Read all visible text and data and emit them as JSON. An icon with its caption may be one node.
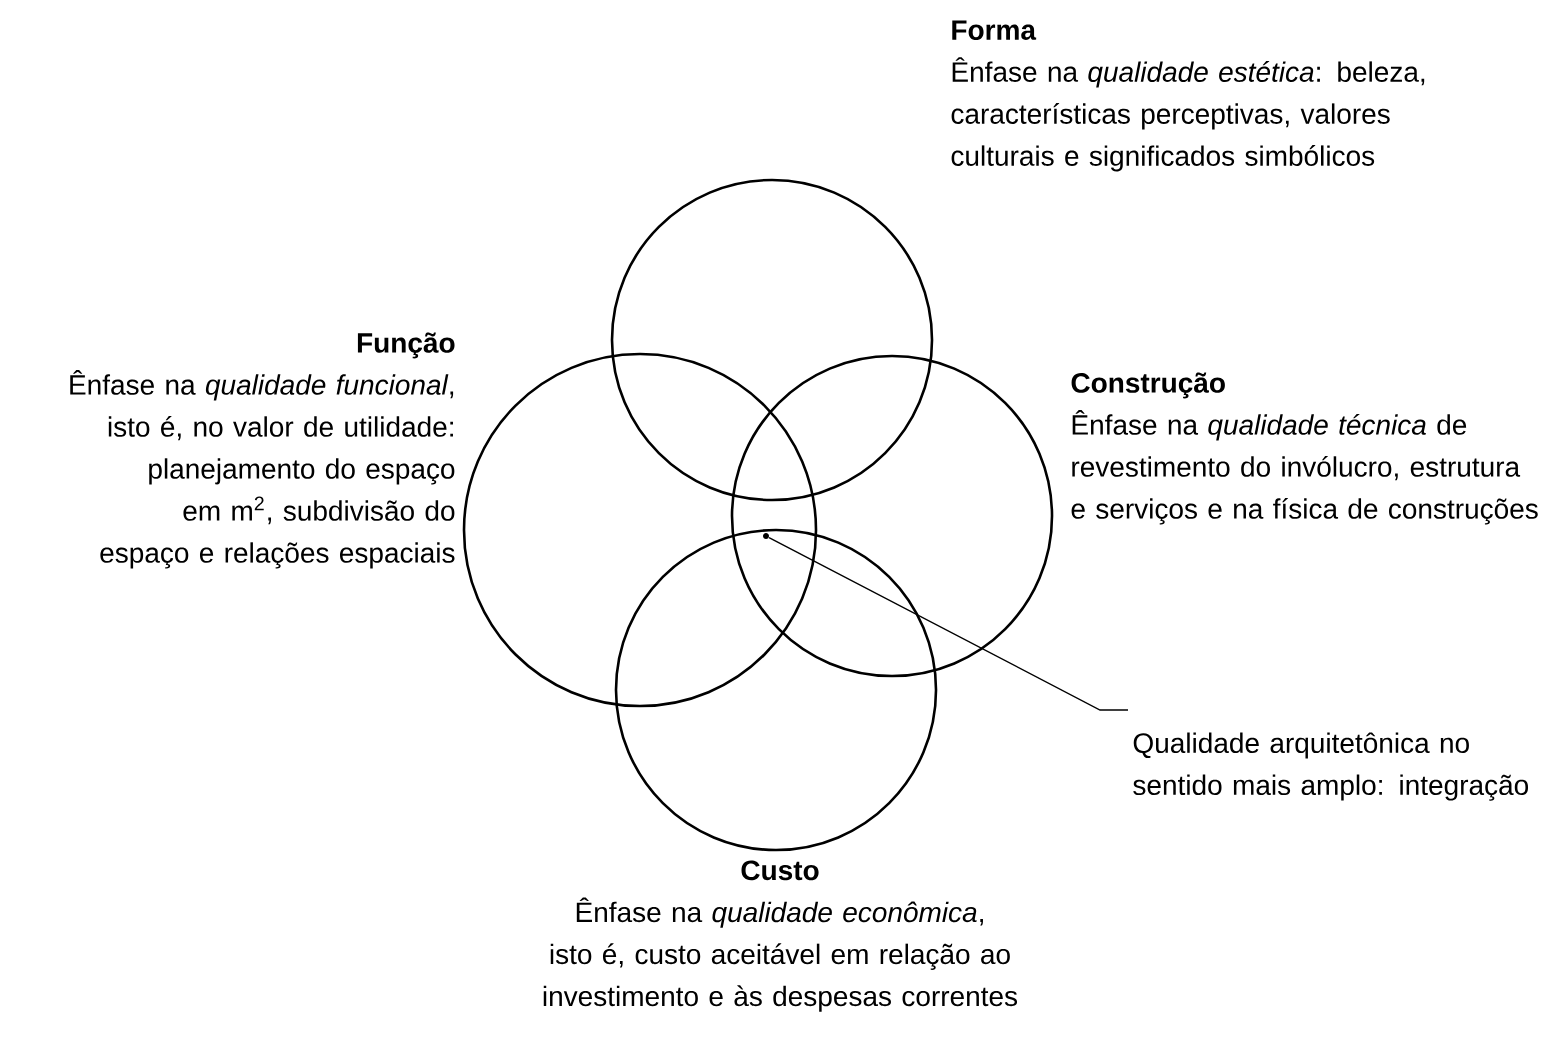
{
  "diagram": {
    "nodes": [
      {
        "text": [
          "Forma",
          "Ênfase na *qualidade estética*: beleza, características perceptivas, valores culturais e significados simbólicos"
        ]
      },
      {
        "text": [
          "Função",
          "Ênfase na *qualidade funcional*, isto é, no valor de utilidade: planejamento do espaço em m$^{2}$, subdivisão do espaço e relações espaciais"
        ]
      },
      {
        "text": [
          "Construção",
          "Ênfase na *qualidade técnica* de revestimento do invólucro, estrutura e serviços e na física de construções"
        ]
      },
      {
        "text": [
          "Custo",
          "Ênfase na *qualidade econômica*, isto é, custo aceitável em relação ao investimento e às despesas correntes"
        ]
      },
      {
        "text": [
          "Qualidade arquitetônica no sentido mais amplo: integração"
        ]
      },
      {
        "text": [],
        "shape": "circle"
      }
    ],
    "edges": [
      {
        "from": 4,
        "to": 5,
        "arrow": "none"
      }
    ]
  }
}
